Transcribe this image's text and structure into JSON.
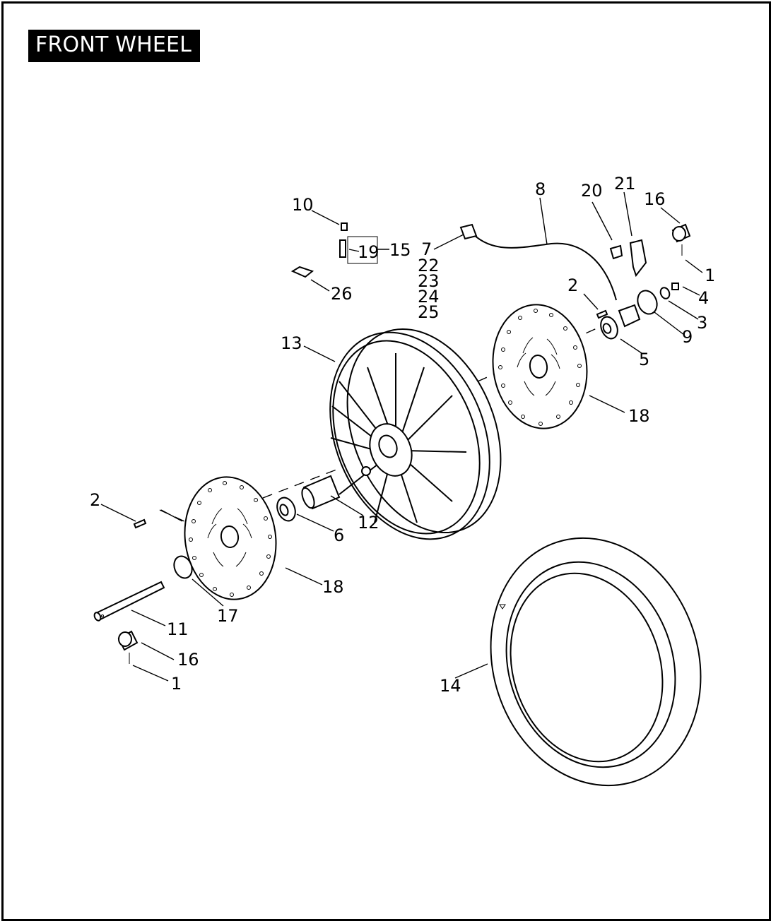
{
  "title": "FRONT WHEEL",
  "callouts": {
    "c1a": "1",
    "c1b": "1",
    "c2a": "2",
    "c2b": "2",
    "c3": "3",
    "c4": "4",
    "c5": "5",
    "c6": "6",
    "c7": "7",
    "c8": "8",
    "c9": "9",
    "c10": "10",
    "c11": "11",
    "c12": "12",
    "c13": "13",
    "c14": "14",
    "c15": "15",
    "c16a": "16",
    "c16b": "16",
    "c17": "17",
    "c18a": "18",
    "c18b": "18",
    "c19": "19",
    "c20": "20",
    "c21": "21",
    "c22": "22",
    "c23": "23",
    "c24": "24",
    "c25": "25",
    "c26": "26"
  }
}
